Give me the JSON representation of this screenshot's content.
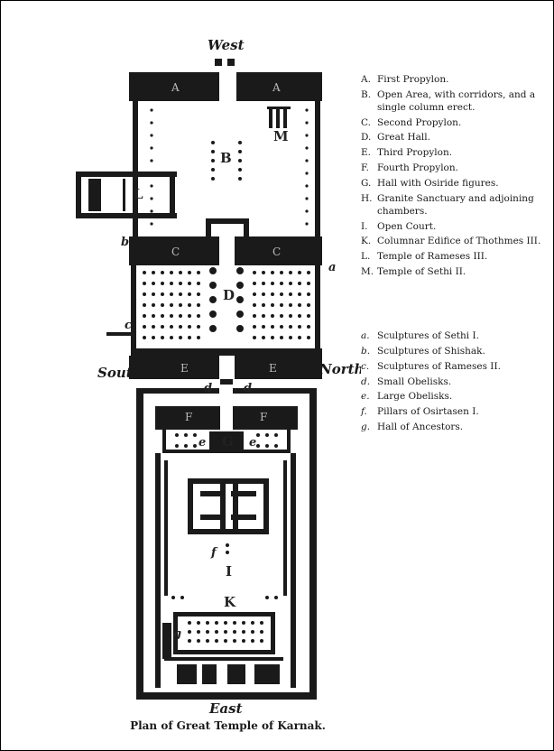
{
  "directions": {
    "west": "West",
    "east": "East",
    "north": "North",
    "south": "South"
  },
  "plan_labels": {
    "A": "A",
    "B": "B",
    "C": "C",
    "D": "D",
    "E": "E",
    "F": "F",
    "G": "G",
    "I": "I",
    "K": "K",
    "L": "L",
    "M": "M",
    "a": "a",
    "b": "b",
    "c": "c",
    "d": "d",
    "e": "e",
    "f": "f",
    "g": "g"
  },
  "legend_upper": [
    {
      "key": "A.",
      "text": "First Propylon."
    },
    {
      "key": "B.",
      "text": "Open Area, with corridors, and a single column erect."
    },
    {
      "key": "C.",
      "text": "Second Propylon."
    },
    {
      "key": "D.",
      "text": "Great Hall."
    },
    {
      "key": "E.",
      "text": "Third Propylon."
    },
    {
      "key": "F.",
      "text": "Fourth Propylon."
    },
    {
      "key": "G.",
      "text": "Hall with Osiride figures."
    },
    {
      "key": "H.",
      "text": "Granite Sanctuary and adjoining chambers."
    },
    {
      "key": "I.",
      "text": "Open Court."
    },
    {
      "key": "K.",
      "text": "Columnar Edifice of Thothmes III."
    },
    {
      "key": "L.",
      "text": "Temple of Rameses III."
    },
    {
      "key": "M.",
      "text": "Temple of Sethi II."
    }
  ],
  "legend_lower": [
    {
      "key": "a.",
      "text": "Sculptures of Sethi I."
    },
    {
      "key": "b.",
      "text": "Sculptures of Shishak."
    },
    {
      "key": "c.",
      "text": "Sculptures of Rameses II."
    },
    {
      "key": "d.",
      "text": "Small Obelisks."
    },
    {
      "key": "e.",
      "text": "Large Obelisks."
    },
    {
      "key": "f.",
      "text": "Pillars of Osirtasen I."
    },
    {
      "key": "g.",
      "text": "Hall of Ancestors."
    }
  ],
  "caption": "Plan of Great Temple of Karnak."
}
